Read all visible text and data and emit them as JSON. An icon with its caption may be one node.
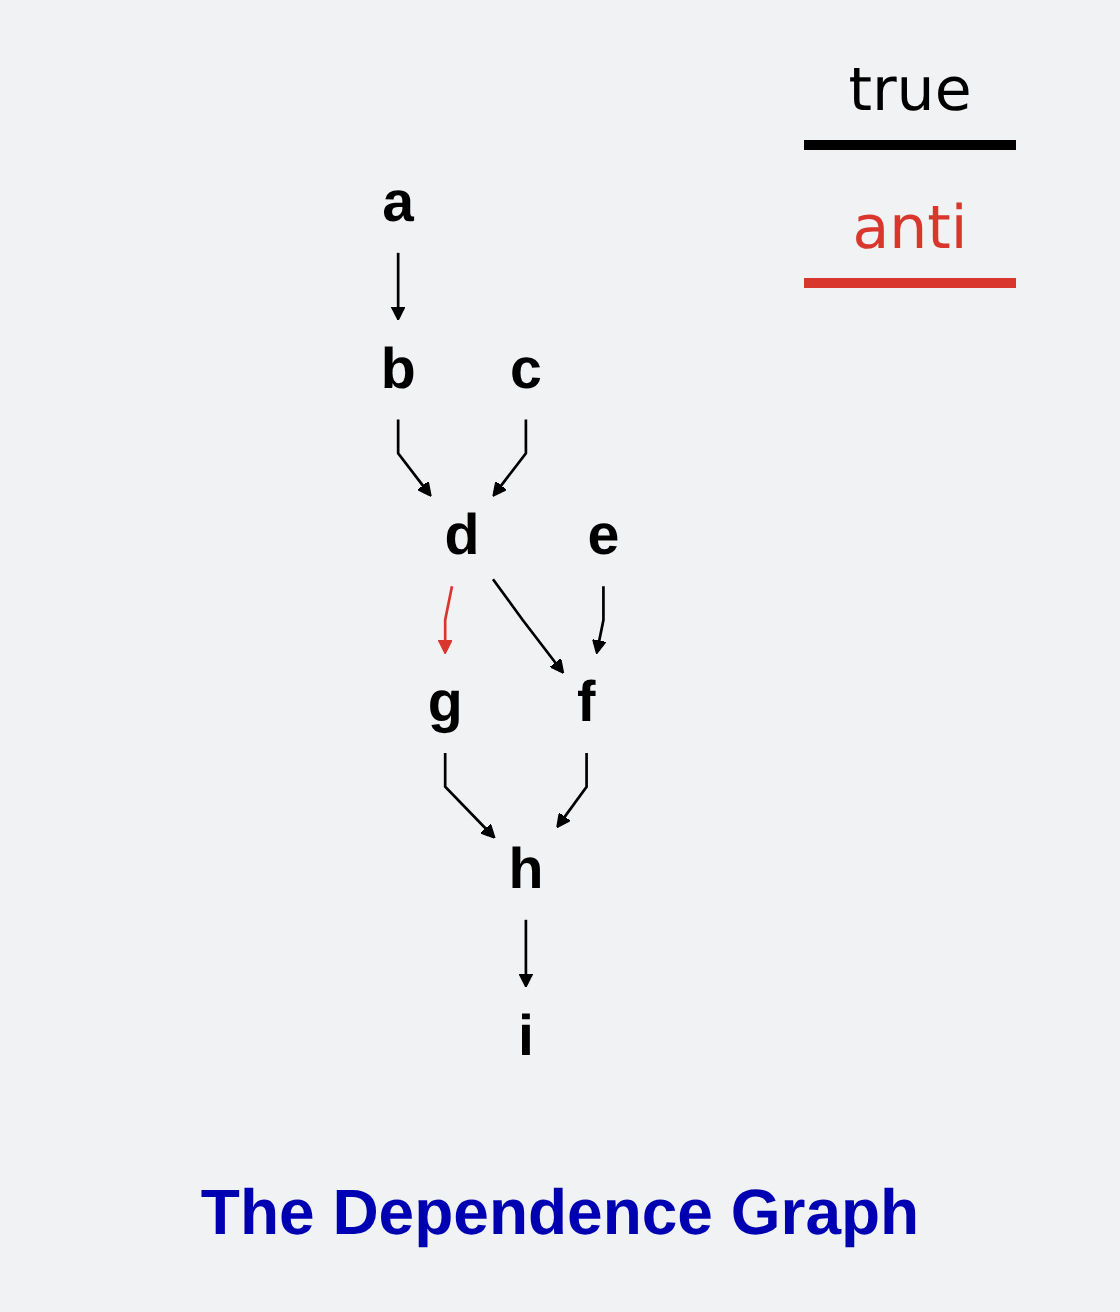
{
  "diagram": {
    "title": "The Dependence Graph",
    "nodes": [
      {
        "text": [
          "a"
        ]
      },
      {
        "text": [
          "b"
        ]
      },
      {
        "text": [
          "c"
        ]
      },
      {
        "text": [
          "d"
        ]
      },
      {
        "text": [
          "e"
        ]
      },
      {
        "text": [
          "f"
        ]
      },
      {
        "text": [
          "g"
        ]
      },
      {
        "text": [
          "h"
        ]
      },
      {
        "text": [
          "i"
        ]
      }
    ],
    "edges": [
      {
        "from": 0,
        "to": 1,
        "arrow": "to"
      },
      {
        "from": 1,
        "to": 3,
        "arrow": "to"
      },
      {
        "from": 2,
        "to": 3,
        "arrow": "to"
      },
      {
        "from": 3,
        "to": 5,
        "arrow": "to"
      },
      {
        "from": 4,
        "to": 5,
        "arrow": "to"
      },
      {
        "from": 3,
        "to": 6,
        "arrow": "to",
        "color": "#d9372e"
      },
      {
        "from": 5,
        "to": 7,
        "arrow": "to"
      },
      {
        "from": 6,
        "to": 7,
        "arrow": "to"
      },
      {
        "from": 7,
        "to": 8,
        "arrow": "to"
      }
    ],
    "legend": [
      {
        "text": "true"
      },
      {
        "text": "anti"
      }
    ]
  }
}
